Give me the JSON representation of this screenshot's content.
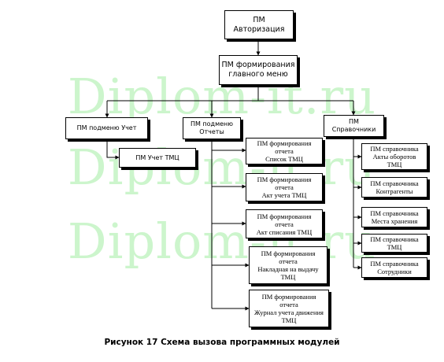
{
  "watermark": "Diplom-it.ru",
  "caption": "Рисунок 17 Схема вызова программных модулей",
  "nodes": {
    "auth": "ПМ Авторизация",
    "main_menu": "ПМ формирования\nглавного меню",
    "sub_uchet": "ПМ подменю Учет",
    "uchet_tmc": "ПМ Учет ТМЦ",
    "sub_otchety": "ПМ подменю\nОтчеты",
    "spravochniki": "ПМ\nСправочники",
    "r_spisok": "ПМ формирования\nотчета\nСписок ТМЦ",
    "r_akt_ucheta": "ПМ формирования\nотчета\nАкт учета ТМЦ",
    "r_akt_spisaniya": "ПМ формирования\nотчета\nАкт списания ТМЦ",
    "r_nakladnaya": "ПМ формирования\nотчета\nНакладная на выдачу\nТМЦ",
    "r_zhurnal": "ПМ формирования\nотчета\nЖурнал учета движения\nТМЦ",
    "s_akty": "ПМ справочника\nАкты оборотов\nТМЦ",
    "s_kontragenty": "ПМ справочника\nКонтрагенты",
    "s_mesta": "ПМ справочника\nМеста хранения",
    "s_tmc": "ПМ справочника\nТМЦ",
    "s_sotrudniki": "ПМ справочника\nСотрудники"
  }
}
